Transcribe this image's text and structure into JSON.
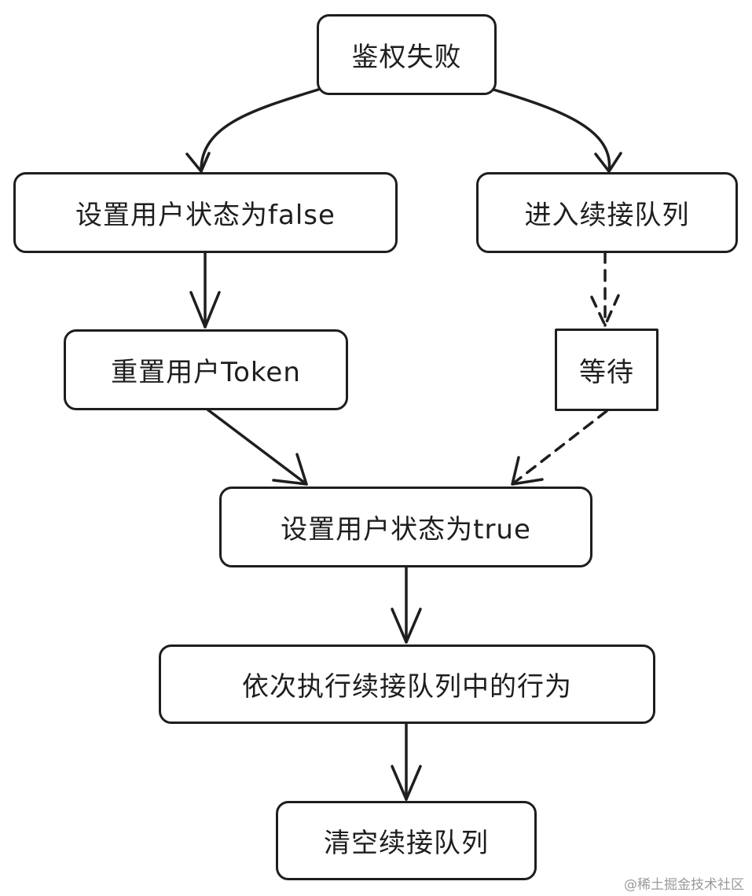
{
  "nodes": {
    "auth_failed": "鉴权失败",
    "set_status_false": "设置用户状态为false",
    "enter_queue": "进入续接队列",
    "reset_token": "重置用户Token",
    "wait": "等待",
    "set_status_true": "设置用户状态为true",
    "run_queue": "依次执行续接队列中的行为",
    "clear_queue": "清空续接队列"
  },
  "watermark": "@稀土掘金技术社区"
}
